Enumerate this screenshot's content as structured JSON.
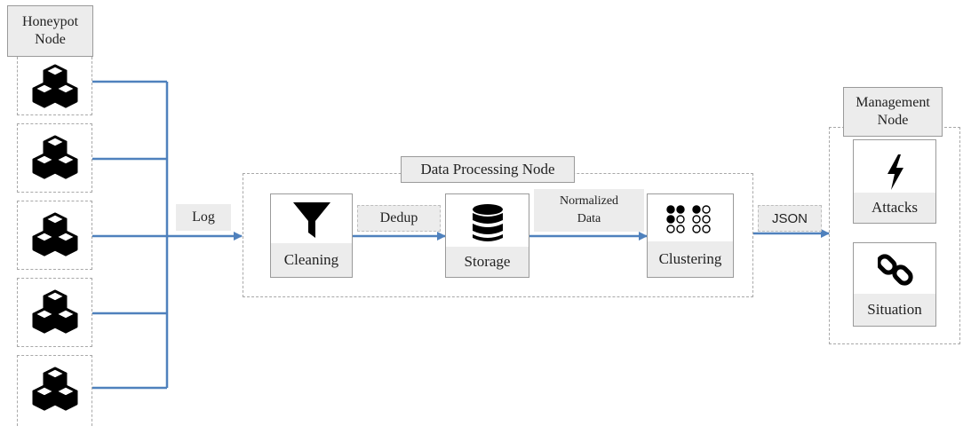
{
  "honeypot": {
    "title_line1": "Honeypot",
    "title_line2": "Node",
    "node_count": 5,
    "node_icon": "cubes-icon"
  },
  "edges": {
    "log": "Log",
    "dedup": "Dedup",
    "normalized_line1": "Normalized",
    "normalized_line2": "Data",
    "json": "JSON"
  },
  "processing": {
    "title": "Data Processing Node",
    "cleaning": {
      "label": "Cleaning",
      "icon": "filter-icon"
    },
    "storage": {
      "label": "Storage",
      "icon": "database-icon"
    },
    "clustering": {
      "label": "Clustering",
      "icon": "dots-grid-icon"
    }
  },
  "management": {
    "title_line1": "Management",
    "title_line2": "Node",
    "attacks": {
      "label": "Attacks",
      "icon": "lightning-icon"
    },
    "situation": {
      "label": "Situation",
      "icon": "chain-link-icon"
    }
  },
  "colors": {
    "arrow": "#4f81bd",
    "border": "#9a9a9a",
    "label_bg": "#ececec"
  }
}
